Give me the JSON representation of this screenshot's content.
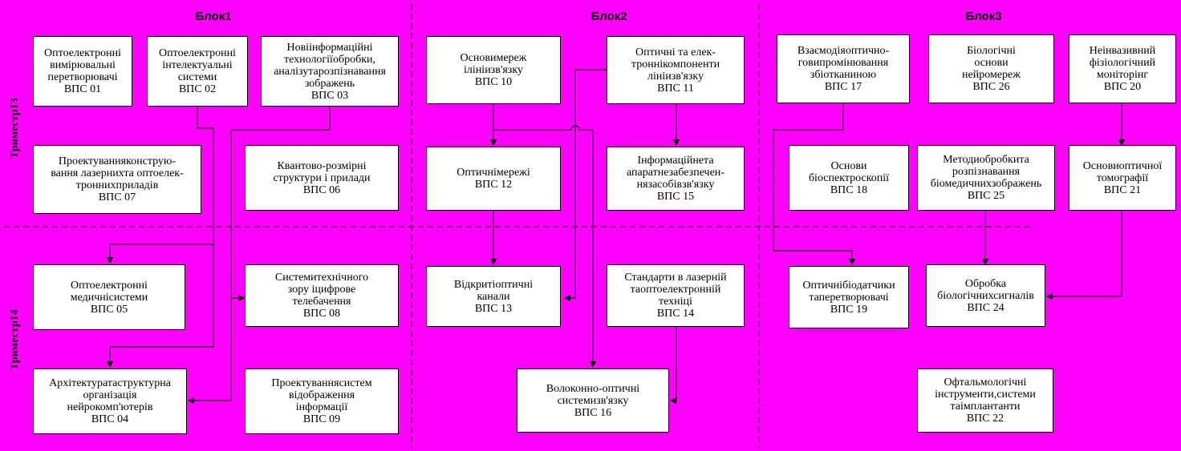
{
  "blocks": {
    "block1": "Блок1",
    "block2": "Блок2",
    "block3": "Блок3"
  },
  "semesters": {
    "s13": "Триместр13",
    "s14": "Триместр14"
  },
  "courses": {
    "c01": {
      "lines": [
        "Оптоелектронні",
        "вимірювальні",
        "перетворювачі",
        "ВПС 01"
      ]
    },
    "c02": {
      "lines": [
        "Оптоелектронні",
        "інтелектуальні",
        "системи",
        "ВПС 02"
      ]
    },
    "c03": {
      "lines": [
        "Новіінформаційні",
        "технологіїобробки,",
        "аналізутарозпізнавання",
        "зображень",
        "ВПС 03"
      ]
    },
    "c07": {
      "lines": [
        "Проектуванняконструю-",
        "вання лазернихта оптоелек-",
        "троннихприладів",
        "ВПС 07"
      ]
    },
    "c06": {
      "lines": [
        "Квантово-розмірні",
        "структури і прилади",
        "ВПС 06"
      ]
    },
    "c05": {
      "lines": [
        "Оптоелектронні",
        "медичнісистеми",
        "ВПС 05"
      ]
    },
    "c08": {
      "lines": [
        "Системитехнічного",
        "зору іцифрове",
        "телебачення",
        "ВПС 08"
      ]
    },
    "c04": {
      "lines": [
        "Архітектуратаструктурна",
        "організація",
        "нейрокомп'ютерів",
        "ВПС 04"
      ]
    },
    "c09": {
      "lines": [
        "Проектуваннясистем",
        "відображення",
        "інформації",
        "ВПС 09"
      ]
    },
    "c10": {
      "lines": [
        "Основимереж",
        "ілініизв'язку",
        "ВПС 10"
      ]
    },
    "c11": {
      "lines": [
        "Оптичні та елек-",
        "троннікомпоненти",
        "лініизв'язку",
        "ВПС 11"
      ]
    },
    "c12": {
      "lines": [
        "Оптичнімережі",
        "ВПС 12"
      ]
    },
    "c15": {
      "lines": [
        "Інформаційнета",
        "апаратнезабезпечен-",
        "нязасобівзв'язку",
        "ВПС 15"
      ]
    },
    "c13": {
      "lines": [
        "Відкритіоптичні",
        "канали",
        "ВПС 13"
      ]
    },
    "c14": {
      "lines": [
        "Стандарти в лазерній",
        "таоптоелектронній",
        "техніці",
        "ВПС 14"
      ]
    },
    "c16": {
      "lines": [
        "Волоконно-оптичні",
        "системизв'язку",
        "ВПС 16"
      ]
    },
    "c17": {
      "lines": [
        "Взаємодіяоптично-",
        "говипромінювання",
        "збіотканиною",
        "ВПС 17"
      ]
    },
    "c26": {
      "lines": [
        "Біологічні",
        "основи",
        "нейромереж",
        "ВПС 26"
      ]
    },
    "c20": {
      "lines": [
        "Неінвазивний",
        "фізіологічний",
        "моніторінг",
        "ВПС 20"
      ]
    },
    "c18": {
      "lines": [
        "Основи",
        "біоспектроскопії",
        "ВПС 18"
      ]
    },
    "c25": {
      "lines": [
        "Методиобробкита",
        "розпізнавання",
        "біомедичнихзображень",
        "ВПС 25"
      ]
    },
    "c21": {
      "lines": [
        "Основиоптичної",
        "томографії",
        "ВПС 21"
      ]
    },
    "c19": {
      "lines": [
        "Оптичнібіодатчики",
        "таперетворювачі",
        "ВПС 19"
      ]
    },
    "c24": {
      "lines": [
        "Обробка",
        "біологічнихсигналів",
        "ВПС 24"
      ]
    },
    "c22": {
      "lines": [
        "Офтальмологічні",
        "інструменти,системи",
        "таімплантанти",
        "ВПС 22"
      ]
    }
  },
  "colors": {
    "background": "#ff00ff",
    "box": "#ffffff",
    "line": "#000000"
  }
}
